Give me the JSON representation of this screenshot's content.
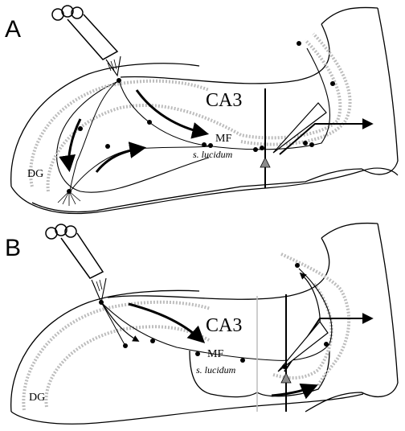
{
  "panels": [
    {
      "letter": "A",
      "labels": {
        "region": "CA3",
        "fiber": "MF",
        "layer": "s. lucidum",
        "gyrus": "DG"
      }
    },
    {
      "letter": "B",
      "labels": {
        "region": "CA3",
        "fiber": "MF",
        "layer": "s. lucidum",
        "gyrus": "DG"
      }
    }
  ],
  "colors": {
    "ink": "#000000",
    "cell_layer": "#bdbdbd",
    "marker": "#8c8c8c"
  },
  "icons": [
    "stimulating-electrode-icon",
    "recording-electrode-icon",
    "pyramidal-cell-icon",
    "granule-cell-icon"
  ]
}
